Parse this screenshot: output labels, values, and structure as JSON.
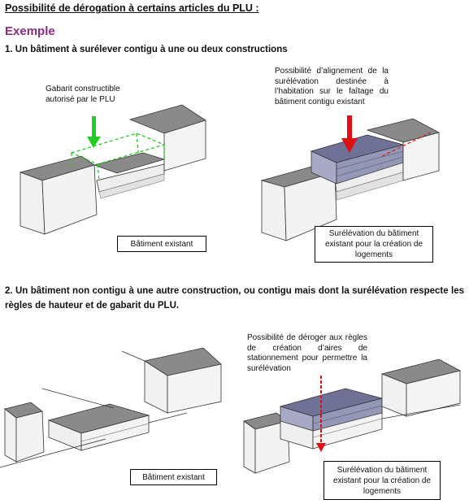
{
  "page_title": "Possibilité de dérogation à certains articles du PLU :",
  "example_heading": "Exemple",
  "section1": {
    "heading": "1. Un bâtiment à surélever contigu à une ou deux constructions",
    "left_note": "Gabarit constructible autorisé par le PLU",
    "left_caption": "Bâtiment existant",
    "right_note": "Possibilité d’alignement de la surélévation destinée à l’habitation sur le faîtage du bâtiment contigu existant",
    "right_caption": "Surélévation du bâtiment existant pour la création de logements"
  },
  "section2": {
    "heading": "2. Un bâtiment non contigu à une autre construction, ou contigu mais dont la surélévation respecte les règles de hauteur et de gabarit du PLU.",
    "left_caption": "Bâtiment existant",
    "right_note": "Possibilité de déroger aux règles de création d’aires de stationnement pour permettre la surélévation",
    "right_caption": "Surélévation du bâtiment existant pour la création de logements"
  },
  "colors": {
    "heading_accent": "#8b2c86",
    "roof": "#8a8a8a",
    "wall": "#f1f1f1",
    "extension": "#7d7fa3",
    "green_gabarit": "#22cc22",
    "red_arrow": "#e01010"
  }
}
